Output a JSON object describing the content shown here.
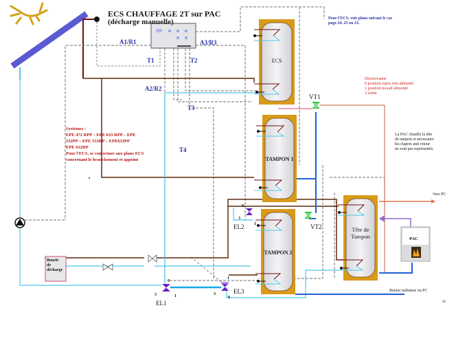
{
  "title": {
    "main": "ECS CHAUFFAGE 2T sur PAC",
    "subtitle": "(décharge manuelle)"
  },
  "probes": {
    "a1r1": "A1/R1",
    "a3r3": "A3/R3",
    "a2r2": "A2/R2",
    "t1": "T1",
    "t2": "T2",
    "t3": "T3",
    "t4": "T4"
  },
  "tanks": {
    "ecs": "ECS",
    "tampon1": "TAMPON 1",
    "tampon2": "TAMPON 2",
    "tete_line1": "Tête de",
    "tete_line2": "Tampon"
  },
  "heat_pump": {
    "label": "PAC"
  },
  "discharge_loop": {
    "line1": "Boucle",
    "line2": "de",
    "line3": "décharge"
  },
  "valves": {
    "vt1": "VT1",
    "vt2": "VT2",
    "el1": "EL1",
    "el2": "EL2",
    "el3": "EL3"
  },
  "ports": {
    "el1_top": "0",
    "el1_left": "3",
    "el1_right": "1",
    "el2_top": "0",
    "el2_bottom": "3",
    "el2_right": "1",
    "el3_top": "1",
    "el3_left": "3",
    "el3_bottom": "0"
  },
  "notes": {
    "ecs_ref_line1": "Pour l'ECS, voir plans suivant le cas",
    "ecs_ref_line2": "page 24, 25 ou 23.",
    "electrovalve_line1": "Electrovanne",
    "electrovalve_line2": "0 position repos non alimenté",
    "electrovalve_line3": "1 position travail alimenté",
    "electrovalve_line4": "3 sortie",
    "systems_line1": "Systèmes :",
    "systems_line2": "EPE 472 RPP – EPE 633 RPP – EPE",
    "systems_line3": "532PP – EPE 533RP – EPE633PP",
    "systems_line4": "EPE 632RP",
    "systems_line5": "Pour l'ECS, se conformer aux plans ECS",
    "systems_line6": "concernant le branchement et appoint",
    "pac_line1": "La PAC chauffe la tête",
    "pac_line2": "de tampon si nécessaire",
    "pac_line3": "les clapets anti retour",
    "pac_line4": "ne sont pas représentés.",
    "vers_pc": "Vers PC",
    "retour": "Retour radiateur ou PC",
    "page_number": "26"
  },
  "colors": {
    "collector": "#5b5bd1",
    "sun": "#d4a017",
    "tank_jacket": "#d89a1a",
    "pipe_brown": "#5a2c0a",
    "pipe_darkred": "#6b0f0f",
    "pipe_cyan": "#4cc8e8",
    "pipe_blue": "#1f5fd6",
    "pipe_orange": "#e0744a",
    "pipe_purple": "#9a6ad0",
    "signal_gray": "#8a8a8a",
    "valve_green": "#2fc44a",
    "valve_purple": "#6a1fc4",
    "note_red": "#d21a1a",
    "note_blue": "#2b2fa6"
  }
}
